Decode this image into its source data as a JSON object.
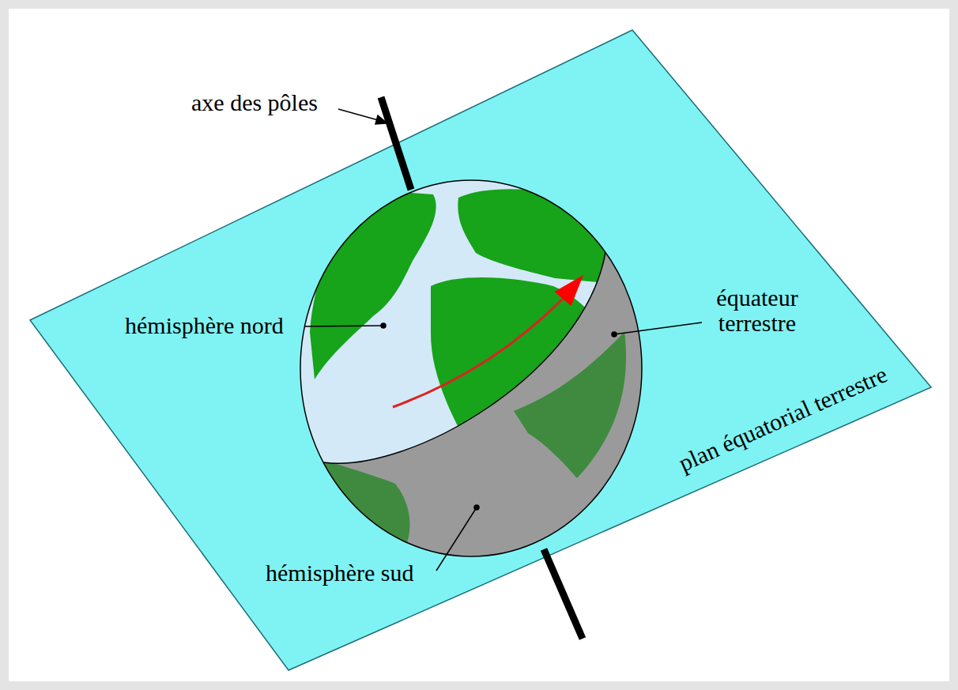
{
  "diagram": {
    "labels": [
      "axe des pôles",
      "hémisphère nord",
      "équateur terrestre",
      "plan équatorial terrestre",
      "hémisphère sud"
    ]
  }
}
